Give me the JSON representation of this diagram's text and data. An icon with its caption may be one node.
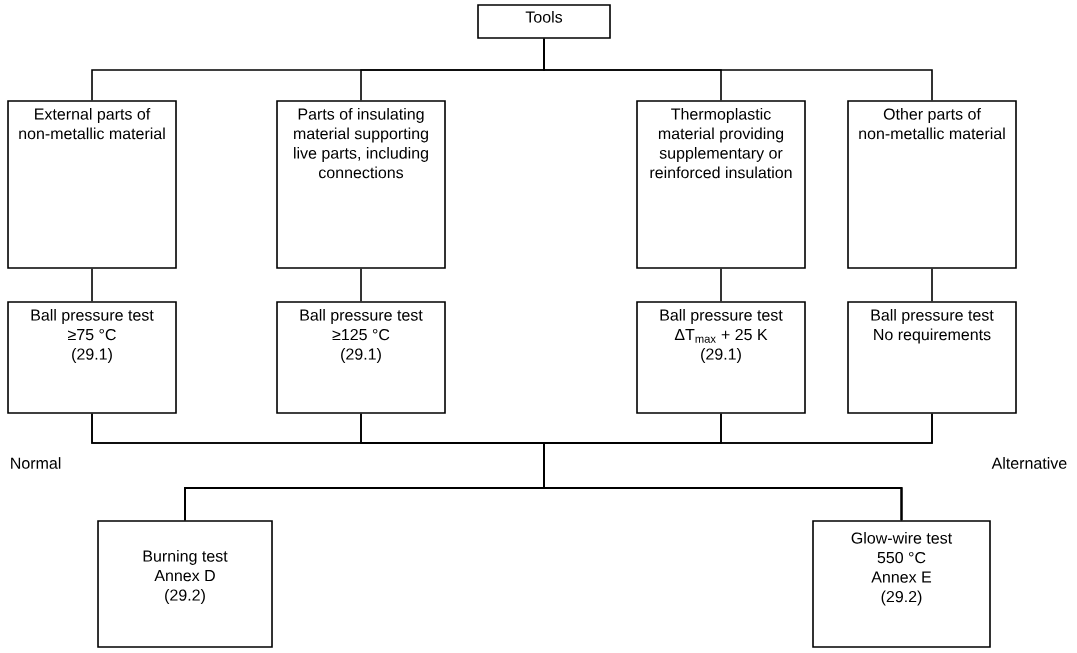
{
  "diagram": {
    "nodes": [
      {
        "text": [
          "Tools"
        ]
      },
      {
        "text": [
          "External parts of non-metallic material"
        ]
      },
      {
        "text": [
          "Parts of insulating material supporting live parts, including connections"
        ]
      },
      {
        "text": [
          "Thermoplastic material providing supplementary or reinforced insulation"
        ]
      },
      {
        "text": [
          "Other parts of non-metallic material"
        ]
      },
      {
        "text": [
          "Ball pressure test",
          "≥75 °C",
          "(29.1)"
        ]
      },
      {
        "text": [
          "Ball pressure test",
          "≥125 °C",
          "(29.1)"
        ]
      },
      {
        "text": [
          "Ball pressure test",
          "ΔT$_{max}$ + 25 K",
          "(29.1)"
        ]
      },
      {
        "text": [
          "Ball pressure test",
          "No requirements"
        ]
      },
      {
        "text": [
          "Burning test",
          "Annex D",
          "(29.2)"
        ]
      },
      {
        "text": [
          "Glow-wire test",
          "550 °C",
          "Annex E",
          "(29.2)"
        ]
      }
    ],
    "edges": [
      {
        "from": 0,
        "to": 1,
        "arrow": "none"
      },
      {
        "from": 0,
        "to": 2,
        "arrow": "none"
      },
      {
        "from": 0,
        "to": 3,
        "arrow": "none"
      },
      {
        "from": 0,
        "to": 4,
        "arrow": "none"
      },
      {
        "from": 1,
        "to": 5,
        "arrow": "none"
      },
      {
        "from": 2,
        "to": 6,
        "arrow": "none"
      },
      {
        "from": 3,
        "to": 7,
        "arrow": "none"
      },
      {
        "from": 4,
        "to": 8,
        "arrow": "none"
      },
      {
        "from": 5,
        "to": 9,
        "arrow": "none"
      },
      {
        "from": 6,
        "to": 9,
        "arrow": "none"
      },
      {
        "from": 7,
        "to": 9,
        "arrow": "none"
      },
      {
        "from": 8,
        "to": 9,
        "arrow": "none"
      },
      {
        "from": 5,
        "to": 10,
        "arrow": "none"
      },
      {
        "from": 6,
        "to": 10,
        "arrow": "none"
      },
      {
        "from": 7,
        "to": 10,
        "arrow": "none"
      },
      {
        "from": 8,
        "to": 10,
        "arrow": "none"
      }
    ],
    "labels": [
      "Normal",
      "Alternative"
    ]
  }
}
